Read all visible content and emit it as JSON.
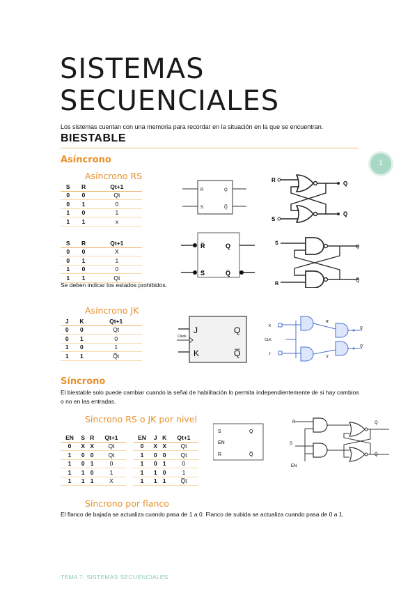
{
  "title_lines": [
    "SISTEMAS",
    "SECUENCIALES"
  ],
  "intro": "Los sistemas cuentan con una memoria para recordar en la situación en la que se encuentran.",
  "section": "BIESTABLE",
  "page_number": "1",
  "asincrono": {
    "heading": "Asíncrono",
    "rs_title": "Asíncrono RS",
    "rs_table1": {
      "headers": [
        "S",
        "R",
        "Qt+1"
      ],
      "rows": [
        [
          "0",
          "0",
          "Qt"
        ],
        [
          "0",
          "1",
          "0"
        ],
        [
          "1",
          "0",
          "1"
        ],
        [
          "1",
          "1",
          "x"
        ]
      ]
    },
    "rs_table2": {
      "headers": [
        "S",
        "R",
        "Qt+1"
      ],
      "rows": [
        [
          "0",
          "0",
          "X"
        ],
        [
          "0",
          "1",
          "1"
        ],
        [
          "1",
          "0",
          "0"
        ],
        [
          "1",
          "1",
          "Qt"
        ]
      ]
    },
    "note": "Se deben indicar los estados prohibidos.",
    "jk_title": "Asíncrono JK",
    "jk_table": {
      "headers": [
        "J",
        "K",
        "Qt+1"
      ],
      "rows": [
        [
          "0",
          "0",
          "Qt"
        ],
        [
          "0",
          "1",
          "0"
        ],
        [
          "1",
          "0",
          "1"
        ],
        [
          "1",
          "1",
          "Q̅t"
        ]
      ]
    }
  },
  "sincrono": {
    "heading": "Síncrono",
    "desc": "El biestable solo puede cambiar cuando la señal de habilitación lo permita independientemente de si hay cambios o no en las entradas.",
    "nivel_title": "Síncrono RS o JK por nivel",
    "rs_table": {
      "headers": [
        "EN",
        "S",
        "R",
        "Qt+1"
      ],
      "rows": [
        [
          "0",
          "X",
          "X",
          "Qt"
        ],
        [
          "1",
          "0",
          "0",
          "Qt"
        ],
        [
          "1",
          "0",
          "1",
          "0"
        ],
        [
          "1",
          "1",
          "0",
          "1"
        ],
        [
          "1",
          "1",
          "1",
          "X"
        ]
      ]
    },
    "jk_table": {
      "headers": [
        "EN",
        "J",
        "K",
        "Qt+1"
      ],
      "rows": [
        [
          "0",
          "X",
          "X",
          "Qt"
        ],
        [
          "1",
          "0",
          "0",
          "Qt"
        ],
        [
          "1",
          "0",
          "1",
          "0"
        ],
        [
          "1",
          "1",
          "0",
          "1"
        ],
        [
          "1",
          "1",
          "1",
          "Q̅t"
        ]
      ]
    },
    "flanco_title": "Síncrono por flanco",
    "flanco_desc": "El flanco de bajada se actualiza cuando pasa de 1 a 0. Flanco de subida se actualiza cuando pasa de 0 a 1."
  },
  "diagram_labels": {
    "r": "R",
    "s": "S",
    "q": "Q",
    "qbar": "Q̅",
    "rbar": "R̅",
    "sbar": "S̅",
    "j": "J",
    "k": "K",
    "clock": "Clock",
    "en": "EN",
    "r_prime": "R'",
    "s_prime": "S'",
    "q_prime": "Q'",
    "clk": "CLK"
  },
  "footer": "TEMA 7: SISTEMAS SECUENCIALES"
}
